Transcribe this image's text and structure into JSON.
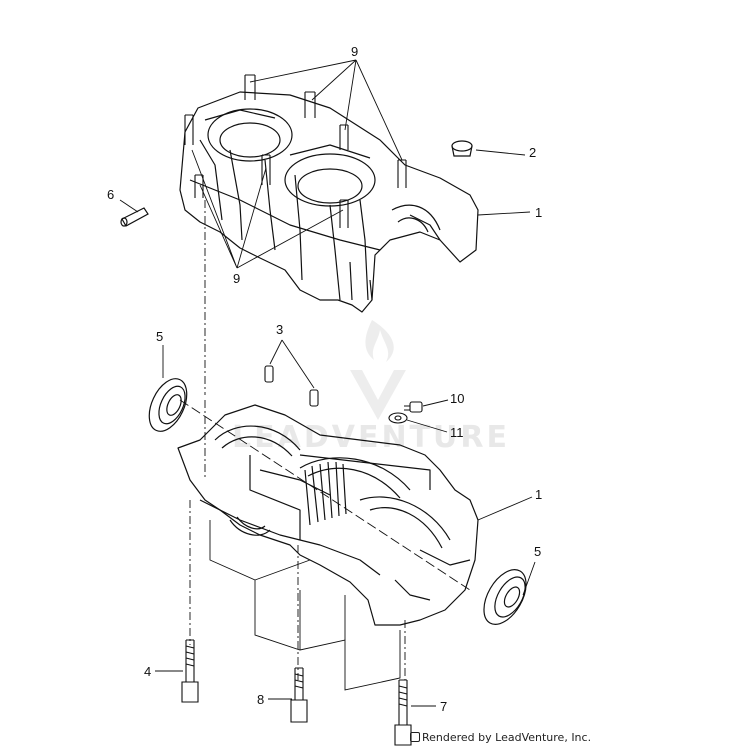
{
  "diagram": {
    "callouts": [
      {
        "id": "9-top",
        "text": "9"
      },
      {
        "id": "2",
        "text": "2"
      },
      {
        "id": "1-top",
        "text": "1"
      },
      {
        "id": "6",
        "text": "6"
      },
      {
        "id": "9-bottom",
        "text": "9"
      },
      {
        "id": "3",
        "text": "3"
      },
      {
        "id": "5-left",
        "text": "5"
      },
      {
        "id": "10",
        "text": "10"
      },
      {
        "id": "11",
        "text": "11"
      },
      {
        "id": "1-bottom",
        "text": "1"
      },
      {
        "id": "5-right",
        "text": "5"
      },
      {
        "id": "4",
        "text": "4"
      },
      {
        "id": "8",
        "text": "8"
      },
      {
        "id": "7",
        "text": "7"
      }
    ],
    "watermark": "LEADVENTURE",
    "credit": "Rendered by LeadVenture, Inc.",
    "colors": {
      "line": "#111111",
      "watermark": "#e6e6e6"
    }
  }
}
